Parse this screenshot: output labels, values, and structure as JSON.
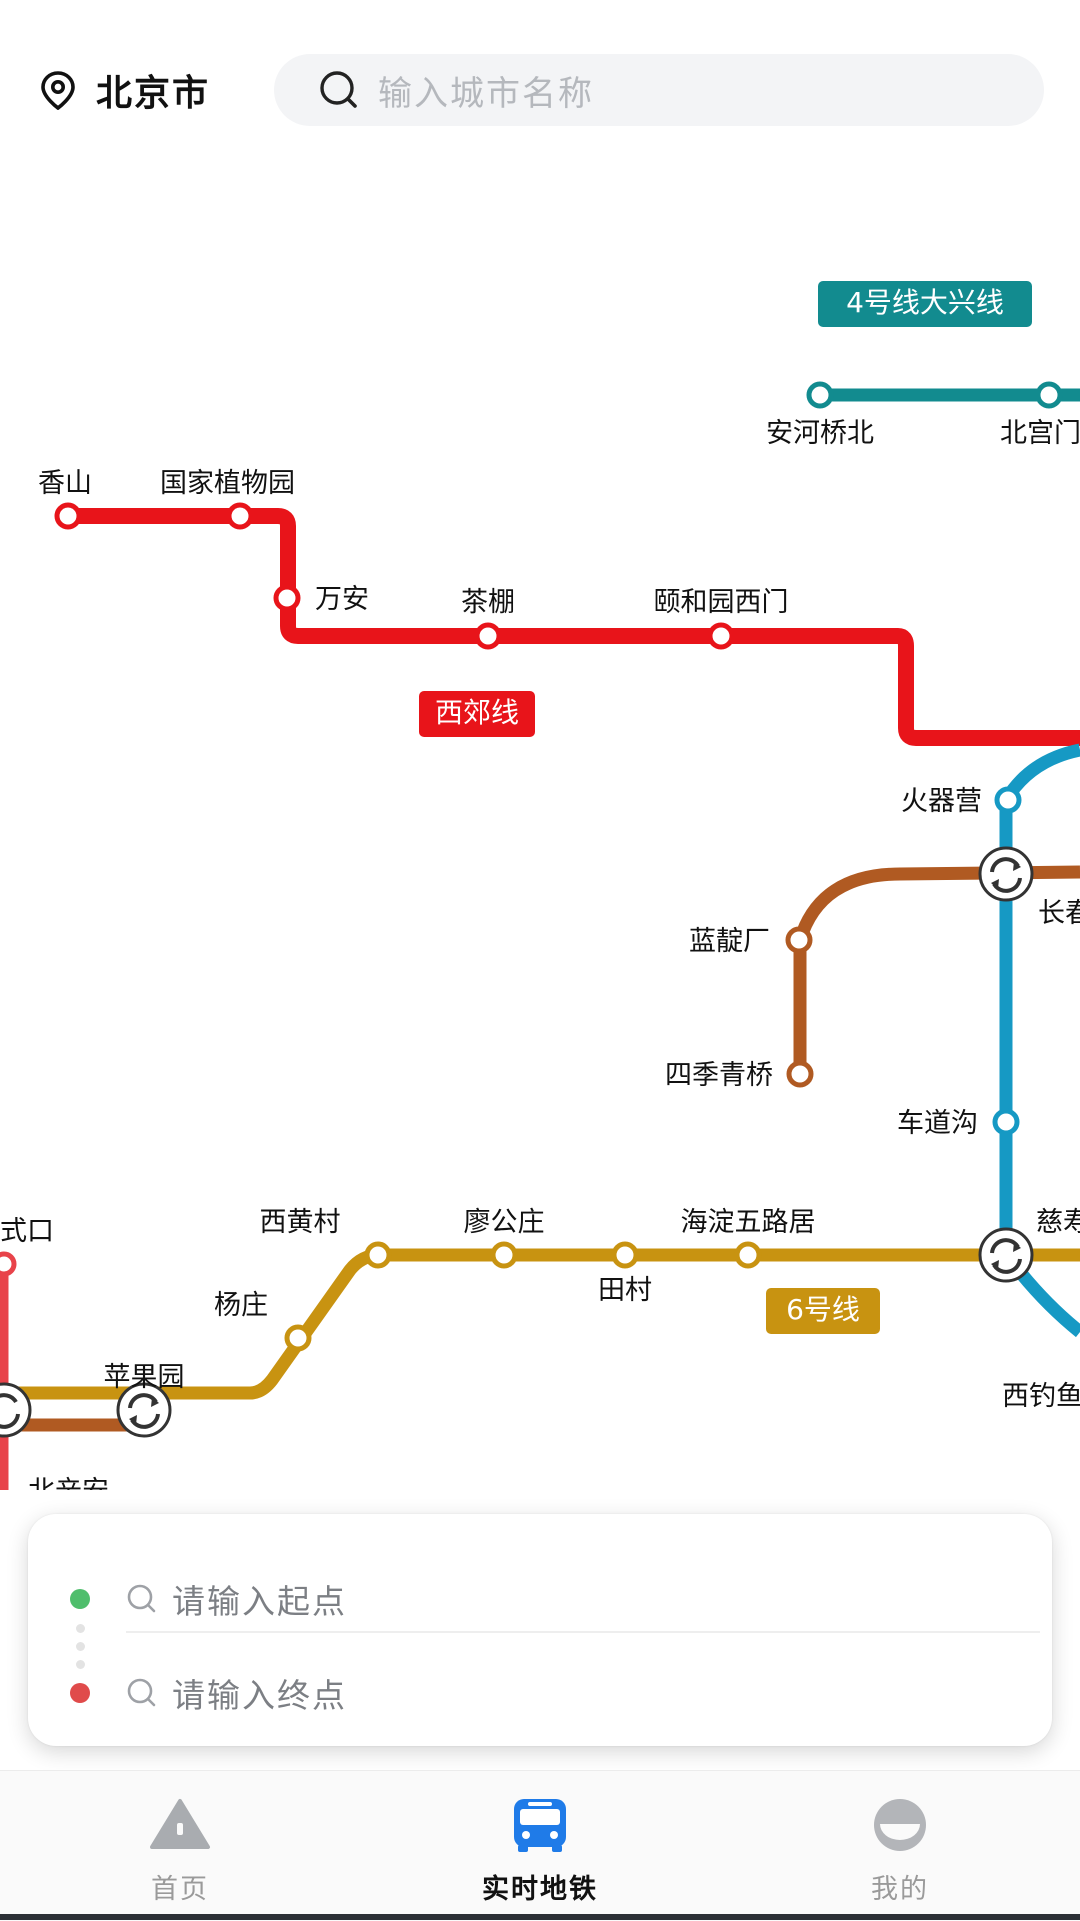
{
  "header": {
    "city": "北京市",
    "city_icon": "location-pin-icon",
    "search_placeholder": "输入城市名称",
    "search_icon": "search-icon"
  },
  "map": {
    "lines": [
      {
        "name": "4号线大兴线",
        "color": "#128b8f"
      },
      {
        "name": "西郊线",
        "color": "#e8141a"
      },
      {
        "name": "6号线",
        "color": "#c89311"
      },
      {
        "name": "",
        "color": "#1699c4"
      },
      {
        "name": "",
        "color": "#b05a22"
      }
    ],
    "stations": {
      "anheqiaobei": "安河桥北",
      "beigongmen": "北宫门",
      "xiangshan": "香山",
      "guojiazhiwuyuan": "国家植物园",
      "wanan": "万安",
      "chapeng": "茶棚",
      "yiheyuanximen": "颐和园西门",
      "huoqiying": "火器营",
      "changchun": "长春",
      "landianchang": "蓝靛厂",
      "sijiqingqiao": "四季青桥",
      "chedaogou": "车道沟",
      "cishou": "慈寿",
      "xidiaoyu": "西钓鱼",
      "jinankou": "式口",
      "xihuangcun": "西黄村",
      "liaogongzhuang": "廖公庄",
      "haidianwulu": "海淀五路居",
      "tiancun": "田村",
      "yangzhuang": "杨庄",
      "pingguoyuan": "苹果园",
      "beixinan": "北辛安"
    }
  },
  "route": {
    "start_placeholder": "请输入起点",
    "end_placeholder": "请输入终点"
  },
  "nav": [
    {
      "label": "首页",
      "icon": "navigate-arrow-icon",
      "active": false
    },
    {
      "label": "实时地铁",
      "icon": "bus-icon",
      "active": true
    },
    {
      "label": "我的",
      "icon": "profile-icon",
      "active": false
    }
  ]
}
